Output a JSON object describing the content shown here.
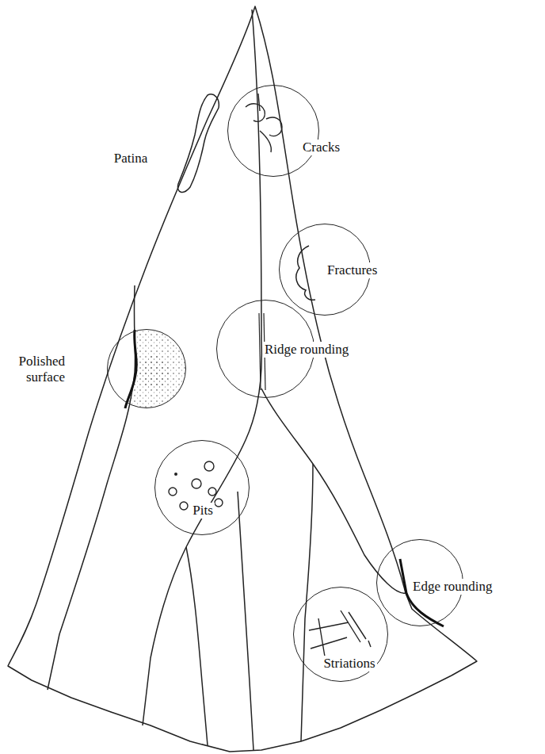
{
  "diagram": {
    "nodes": [
      {
        "text": [
          "Cracks"
        ]
      },
      {
        "text": [
          "Fractures"
        ]
      },
      {
        "text": [
          "Polished surface"
        ]
      },
      {
        "text": [
          "Ridge rounding"
        ]
      },
      {
        "text": [
          "Pits"
        ]
      },
      {
        "text": [
          "Edge rounding"
        ]
      },
      {
        "text": [
          "Striations"
        ]
      }
    ],
    "labels": [
      "Patina"
    ]
  }
}
